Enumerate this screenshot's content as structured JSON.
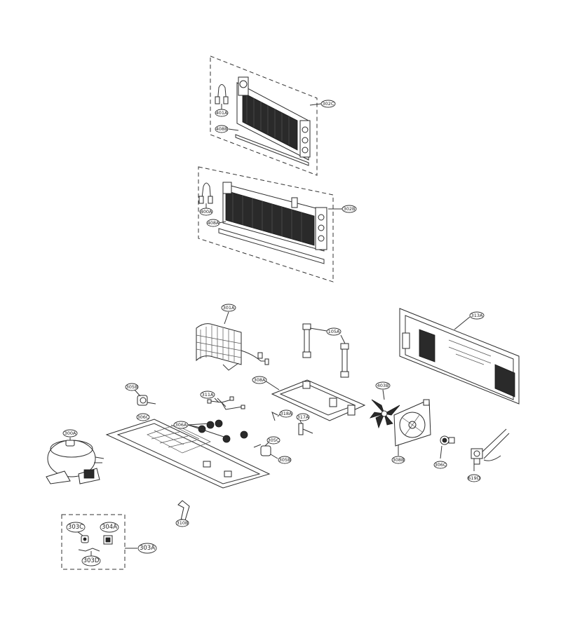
{
  "colors": {
    "line": "#333333",
    "fill": "#ffffff",
    "background": "#ffffff"
  },
  "labels": {
    "p401A": "401A",
    "p408B": "408B",
    "p302C": "302C",
    "p400A": "400A",
    "p408A": "408A",
    "p302B": "302B",
    "p301A": "301A",
    "p105A": "105A",
    "p313A": "313A",
    "p305B_a": "305B",
    "p306C_a": "306C",
    "p311A": "311A",
    "p308A": "308A",
    "p403B": "403B",
    "p300A": "300A",
    "p306A": "306A",
    "p305C": "305C",
    "p318A": "318A",
    "p317A": "317A",
    "p305B_b": "305B",
    "p308B": "308B",
    "p306C_b": "306C",
    "p619D": "619D",
    "p310B": "310B",
    "p303C": "303C",
    "p304A": "304A",
    "p303A": "303A",
    "p303D": "303D"
  }
}
